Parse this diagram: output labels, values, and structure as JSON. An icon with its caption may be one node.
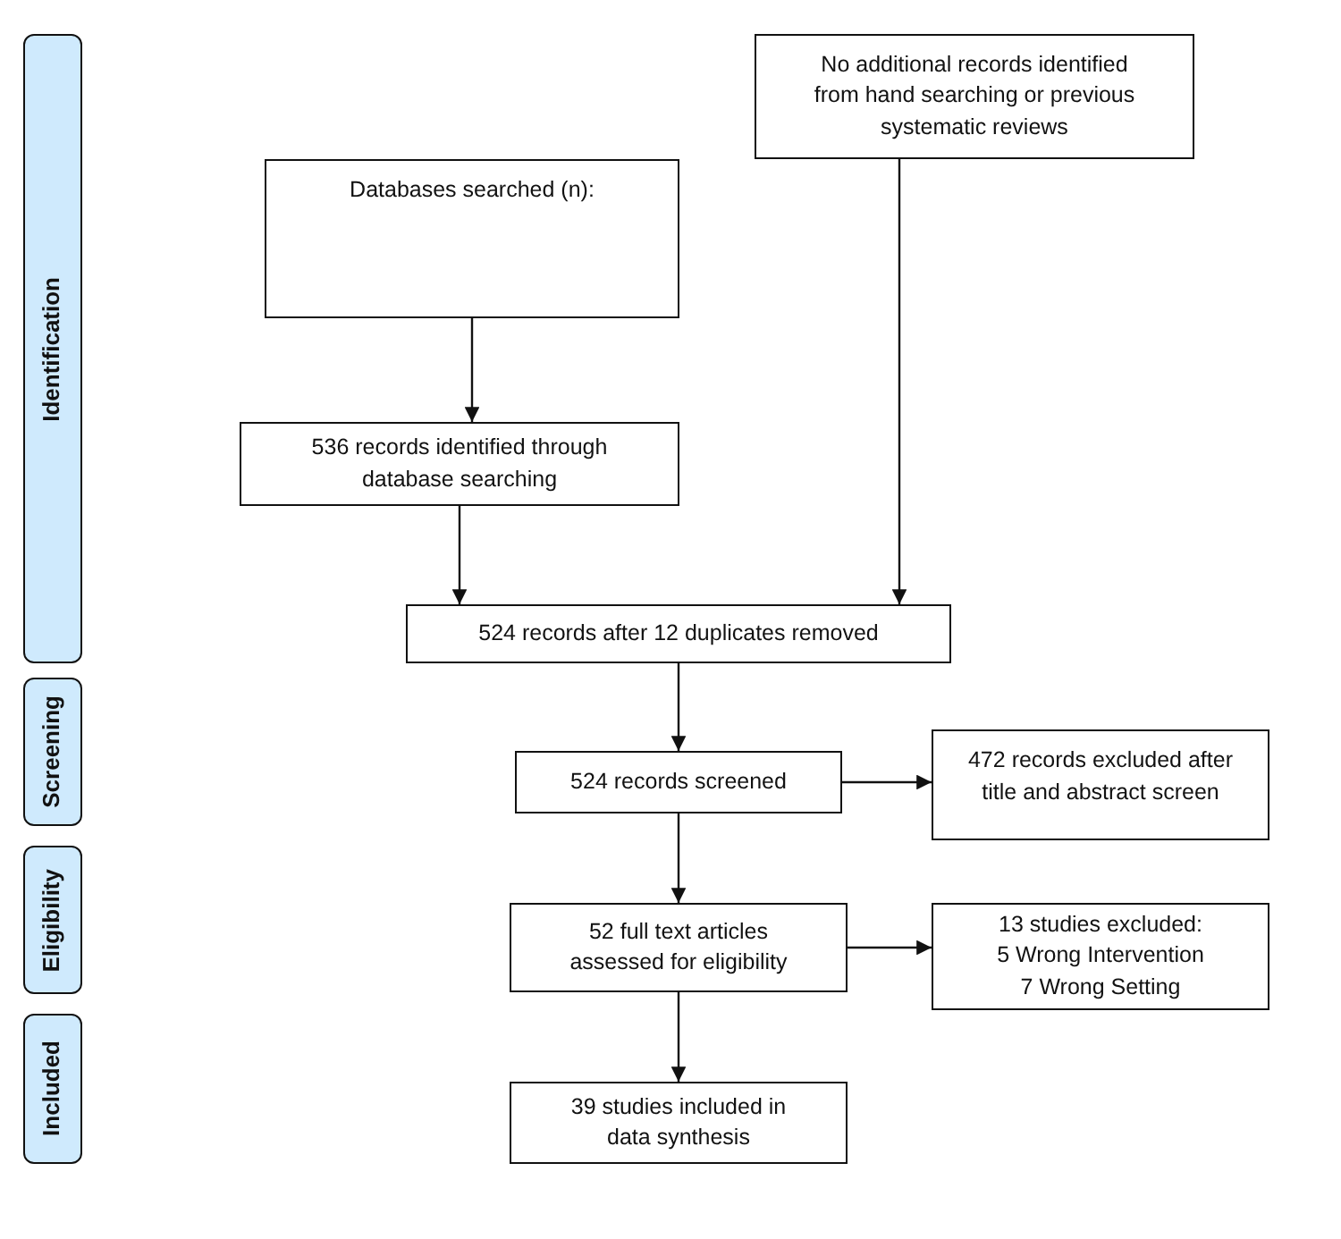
{
  "diagram": {
    "nodes": [
      {
        "text": [
          "Identification"
        ]
      },
      {
        "text": [
          "Screening"
        ]
      },
      {
        "text": [
          "Eligibility"
        ]
      },
      {
        "text": [
          "Included"
        ]
      },
      {
        "text": [
          "No additional records identified from hand searching or previous systematic reviews"
        ]
      },
      {
        "text": [
          "Databases searched (n):"
        ]
      },
      {
        "text": [
          "536 records identified through database searching"
        ]
      },
      {
        "text": [
          "524 records after 12 duplicates removed"
        ]
      },
      {
        "text": [
          "524 records screened"
        ]
      },
      {
        "text": [
          "472 records excluded after title and abstract screen"
        ]
      },
      {
        "text": [
          "52 full text articles assessed for eligibility"
        ]
      },
      {
        "text": [
          "13 studies excluded:",
          "5 Wrong Intervention",
          "7 Wrong Setting"
        ]
      },
      {
        "text": [
          "39 studies included in data synthesis"
        ]
      }
    ],
    "edges": [
      {
        "from": 5,
        "to": 6,
        "arrow": "to"
      },
      {
        "from": 6,
        "to": 7,
        "arrow": "to"
      },
      {
        "from": 4,
        "to": 7,
        "arrow": "to"
      },
      {
        "from": 7,
        "to": 8,
        "arrow": "to"
      },
      {
        "from": 8,
        "to": 9,
        "arrow": "to"
      },
      {
        "from": 8,
        "to": 10,
        "arrow": "to"
      },
      {
        "from": 10,
        "to": 11,
        "arrow": "to"
      },
      {
        "from": 10,
        "to": 12,
        "arrow": "to"
      }
    ]
  }
}
